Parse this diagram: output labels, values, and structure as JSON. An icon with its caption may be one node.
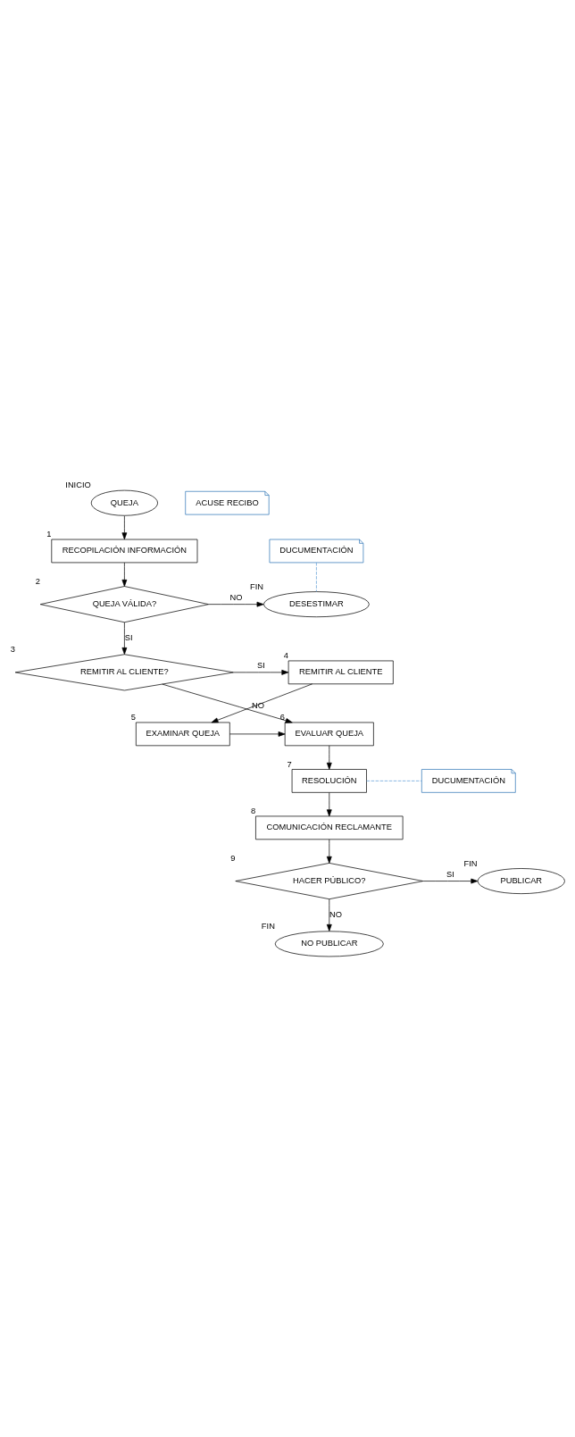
{
  "diagram": {
    "nodes": [
      {
        "text": [
          "QUEJA"
        ],
        "beside": [
          "INICIO"
        ]
      },
      {
        "text": [
          "ACUSE RECIBO"
        ]
      },
      {
        "text": [
          "RECOPILACIÓN INFORMACIÓN"
        ],
        "beside": [
          "1"
        ]
      },
      {
        "text": [
          "DUCUMENTACIÓN"
        ]
      },
      {
        "text": [
          "QUEJA VÁLIDA?"
        ],
        "beside": [
          "2"
        ]
      },
      {
        "text": [
          "DESESTIMAR"
        ],
        "beside": [
          "FIN"
        ]
      },
      {
        "text": [
          "REMITIR AL CLIENTE?"
        ],
        "beside": [
          "3"
        ]
      },
      {
        "text": [
          "REMITIR AL CLIENTE"
        ],
        "beside": [
          "4"
        ]
      },
      {
        "text": [
          "EXAMINAR QUEJA"
        ],
        "beside": [
          "5"
        ]
      },
      {
        "text": [
          "EVALUAR QUEJA"
        ],
        "beside": [
          "6"
        ]
      },
      {
        "text": [
          "RESOLUCIÓN"
        ],
        "beside": [
          "7"
        ]
      },
      {
        "text": [
          "DUCUMENTACIÓN"
        ]
      },
      {
        "text": [
          "COMUNICACIÓN RECLAMANTE"
        ],
        "beside": [
          "8"
        ]
      },
      {
        "text": [
          "HACER PÚBLICO?"
        ],
        "beside": [
          "9"
        ]
      },
      {
        "text": [
          "PUBLICAR"
        ],
        "beside": [
          "FIN"
        ]
      },
      {
        "text": [
          "NO PUBLICAR"
        ],
        "beside": [
          "FIN"
        ]
      }
    ],
    "edges": [
      {
        "from": 0,
        "to": 2,
        "arrow": "to"
      },
      {
        "from": 2,
        "to": 4,
        "arrow": "to"
      },
      {
        "from": 4,
        "to": 5,
        "arrow": "to",
        "label": "NO"
      },
      {
        "from": 3,
        "to": 5,
        "arrow": "none",
        "style": "dashed",
        "color": "#5b9bd5"
      },
      {
        "from": 4,
        "to": 6,
        "arrow": "to",
        "label": "SI"
      },
      {
        "from": 6,
        "to": 7,
        "arrow": "to",
        "label": "SI"
      },
      {
        "from": 7,
        "to": 8,
        "arrow": "to"
      },
      {
        "from": 8,
        "to": 9,
        "arrow": "to"
      },
      {
        "from": 6,
        "to": 9,
        "arrow": "to",
        "label": "NO"
      },
      {
        "from": 9,
        "to": 10,
        "arrow": "to"
      },
      {
        "from": 10,
        "to": 11,
        "arrow": "none",
        "style": "dashed",
        "color": "#5b9bd5"
      },
      {
        "from": 10,
        "to": 12,
        "arrow": "to"
      },
      {
        "from": 12,
        "to": 13,
        "arrow": "to"
      },
      {
        "from": 13,
        "to": 14,
        "arrow": "to",
        "label": "SI"
      },
      {
        "from": 13,
        "to": 15,
        "arrow": "to",
        "label": "NO"
      }
    ]
  }
}
